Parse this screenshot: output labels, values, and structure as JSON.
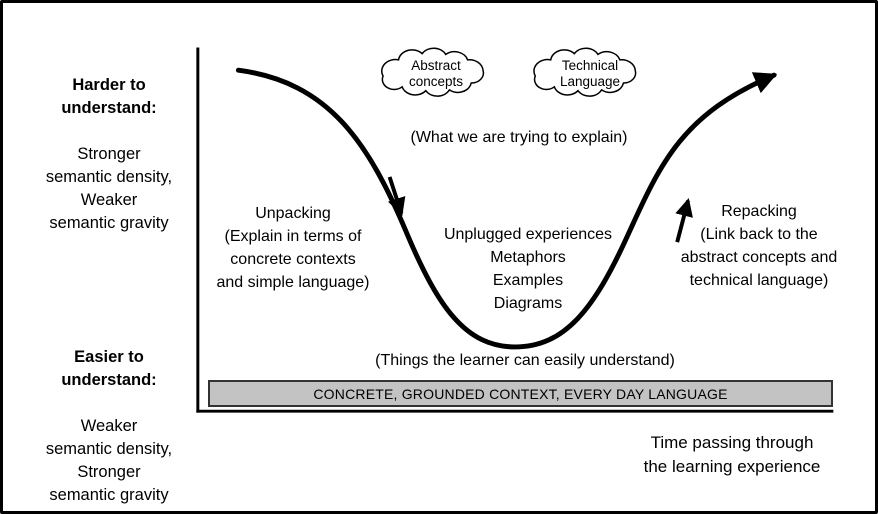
{
  "y_axis": {
    "top_label": {
      "bold": "Harder to\nunderstand:",
      "normal": "Stronger\nsemantic density,\nWeaker\nsemantic gravity"
    },
    "bottom_label": {
      "bold": "Easier to\nunderstand:",
      "normal": "Weaker\nsemantic density,\nStronger\nsemantic gravity"
    }
  },
  "x_axis": {
    "label": "Time passing through\nthe learning experience"
  },
  "clouds": [
    {
      "label": "Abstract\nconcepts"
    },
    {
      "label": "Technical\nLanguage"
    }
  ],
  "captions": {
    "top": "(What we are trying to explain)",
    "bottom": "(Things the learner can easily understand)"
  },
  "phases": {
    "unpacking": "Unpacking\n(Explain in terms of\nconcrete contexts\nand simple language)",
    "middle": "Unplugged experiences\nMetaphors\nExamples\nDiagrams",
    "repacking": "Repacking\n(Link back to the\nabstract concepts and\ntechnical language)"
  },
  "bar": {
    "label": "CONCRETE, GROUNDED CONTEXT, EVERY DAY LANGUAGE"
  },
  "colors": {
    "ink": "#000000",
    "bar_fill": "#c3c3c3",
    "bar_border": "#333333",
    "background": "#ffffff"
  }
}
